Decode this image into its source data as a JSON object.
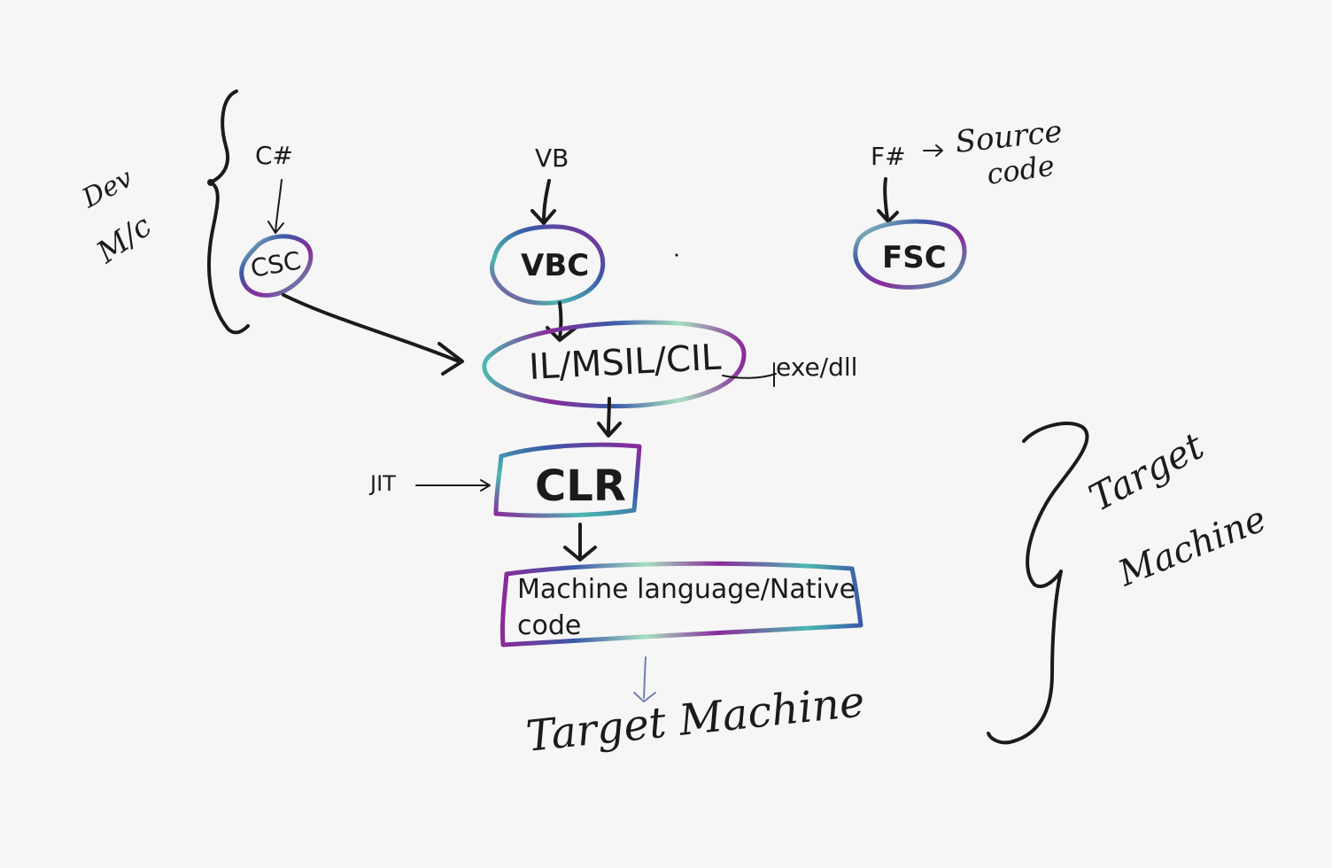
{
  "labels": {
    "dev_machine": "Dev M/c",
    "dev_line1": "Dev",
    "dev_line2": "M/c",
    "source_code_line1": "Source",
    "source_code_line2": "code",
    "target_machine_side_line1": "Target",
    "target_machine_side_line2": "Machine",
    "target_machine_bottom": "Target Machine"
  },
  "languages": [
    "C#",
    "VB",
    "F#"
  ],
  "compilers": [
    "CSC",
    "VBC",
    "FSC"
  ],
  "intermediate": {
    "label": "IL/MSIL/CIL",
    "annotation": "exe/dll"
  },
  "runtime": {
    "label": "CLR",
    "annotation": "JIT"
  },
  "native": {
    "line1": "Machine language/Native",
    "line2": "code"
  },
  "colors": {
    "ink": "#1b1b1b",
    "background": "#f6f6f6",
    "galaxy_purple": "#8a2a9a",
    "galaxy_blue": "#3a5aa8",
    "galaxy_teal": "#4bb8b0",
    "galaxy_mint": "#a8e0c0"
  }
}
